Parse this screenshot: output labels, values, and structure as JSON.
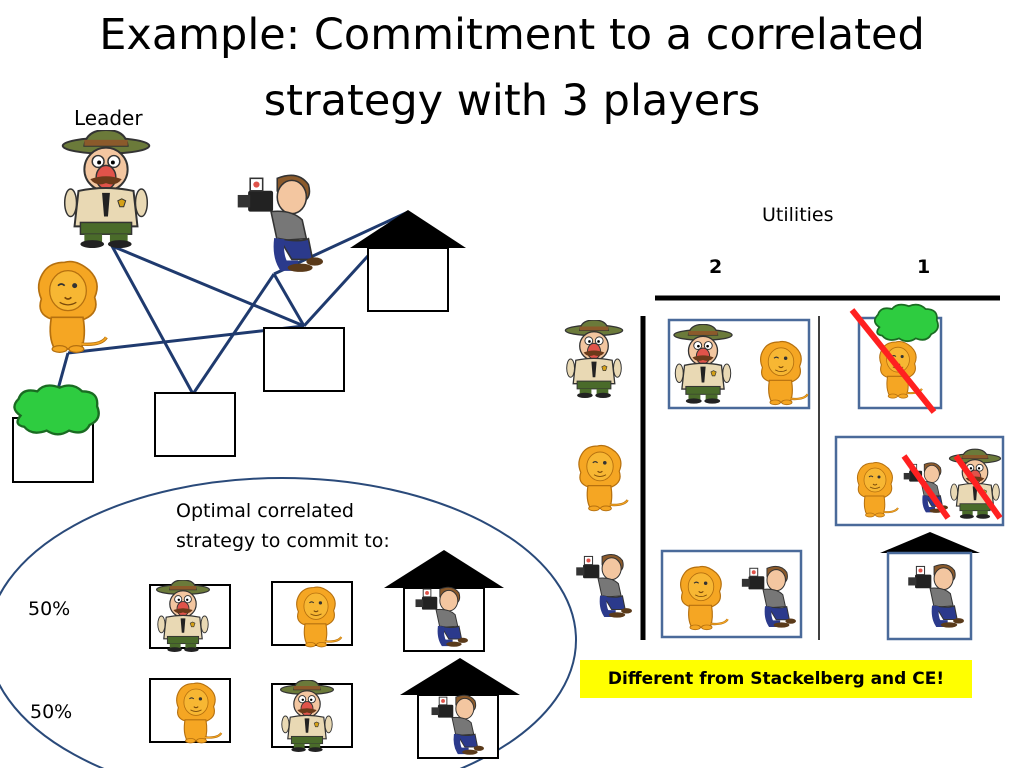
{
  "title_line1": "Example: Commitment to a correlated",
  "title_line2": "strategy with 3 players",
  "leader_label": "Leader",
  "utilities_label": "Utilities",
  "column_headers": [
    "2",
    "1"
  ],
  "strategy_text_line1": "Optimal correlated",
  "strategy_text_line2": "strategy to commit to:",
  "probabilities": [
    "50%",
    "50%"
  ],
  "note": "Different from Stackelberg and CE!",
  "colors": {
    "tree_lines": "#1f3a6e",
    "box_border": "#4a6a9a",
    "bush": "#2ecc40",
    "strike": "#ff2020",
    "highlight": "#ffff00",
    "lion": "#f5a623"
  },
  "icons": [
    "ranger-icon",
    "lion-icon",
    "photographer-icon",
    "bush-icon",
    "house-icon"
  ]
}
